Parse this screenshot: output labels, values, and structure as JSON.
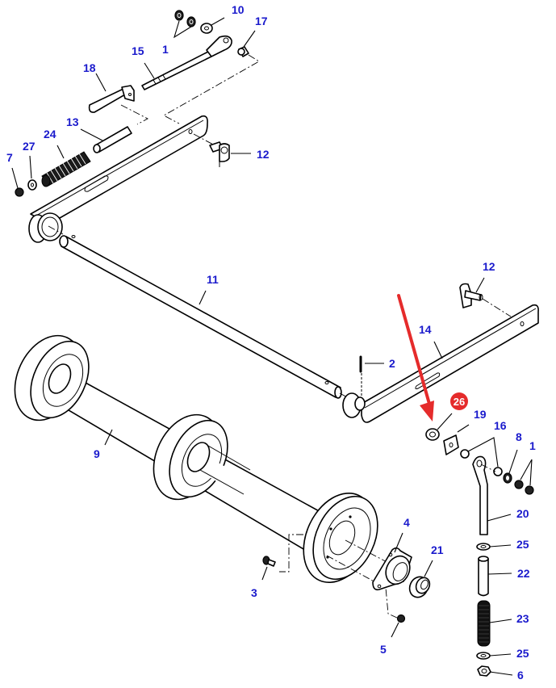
{
  "diagram": {
    "title": "Exploded parts diagram - roller axle and linkage assembly",
    "callout_color": "#1a1acc",
    "highlight_color": "#e52b2b",
    "highlighted_part": "26",
    "callouts": [
      {
        "id": "c10",
        "label": "10"
      },
      {
        "id": "c1a",
        "label": "1"
      },
      {
        "id": "c17",
        "label": "17"
      },
      {
        "id": "c15",
        "label": "15"
      },
      {
        "id": "c18",
        "label": "18"
      },
      {
        "id": "c13",
        "label": "13"
      },
      {
        "id": "c24",
        "label": "24"
      },
      {
        "id": "c27",
        "label": "27"
      },
      {
        "id": "c7",
        "label": "7"
      },
      {
        "id": "c12a",
        "label": "12"
      },
      {
        "id": "c11",
        "label": "11"
      },
      {
        "id": "c12b",
        "label": "12"
      },
      {
        "id": "c14",
        "label": "14"
      },
      {
        "id": "c2",
        "label": "2"
      },
      {
        "id": "c26",
        "label": "26"
      },
      {
        "id": "c19",
        "label": "19"
      },
      {
        "id": "c16",
        "label": "16"
      },
      {
        "id": "c8",
        "label": "8"
      },
      {
        "id": "c1b",
        "label": "1"
      },
      {
        "id": "c9",
        "label": "9"
      },
      {
        "id": "c20",
        "label": "20"
      },
      {
        "id": "c25a",
        "label": "25"
      },
      {
        "id": "c4",
        "label": "4"
      },
      {
        "id": "c21",
        "label": "21"
      },
      {
        "id": "c22",
        "label": "22"
      },
      {
        "id": "c3",
        "label": "3"
      },
      {
        "id": "c23",
        "label": "23"
      },
      {
        "id": "c5",
        "label": "5"
      },
      {
        "id": "c25b",
        "label": "25"
      },
      {
        "id": "c6",
        "label": "6"
      }
    ]
  }
}
